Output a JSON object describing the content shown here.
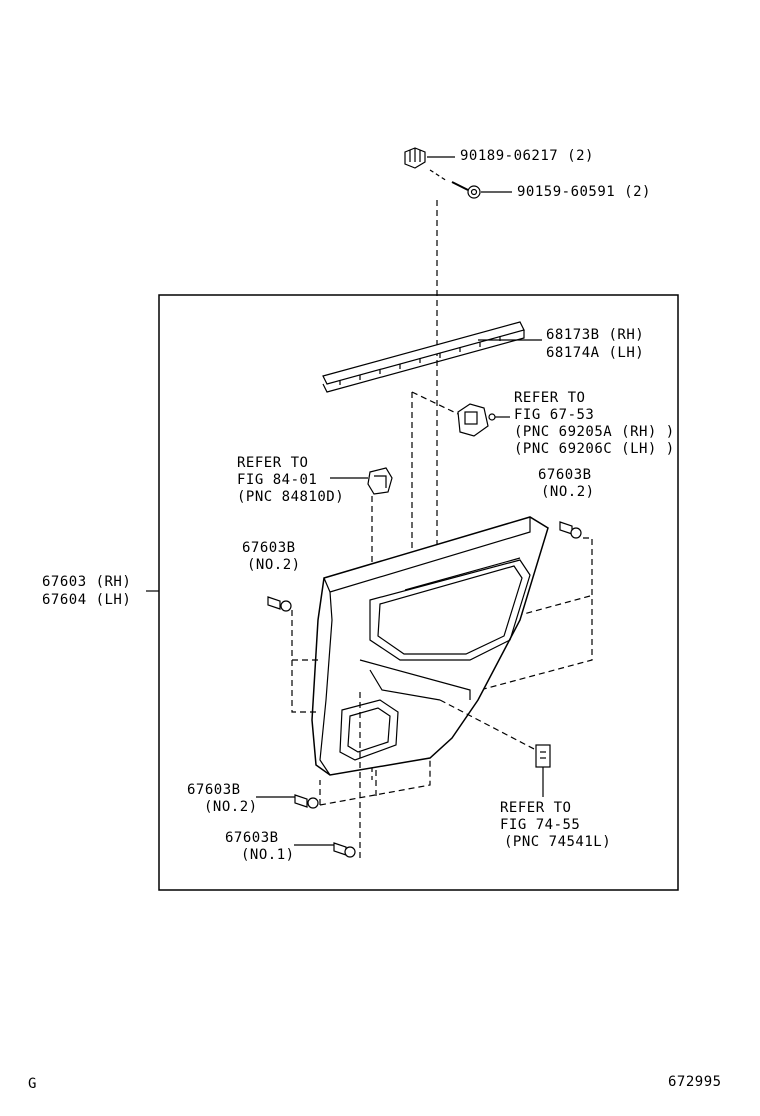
{
  "parts": {
    "top_clip": "90189-06217 (2)",
    "top_screw": "90159-60591 (2)",
    "weatherstrip_rh": "68173B (RH)",
    "weatherstrip_lh": "68174A (LH)",
    "panel_rh": "67603 (RH)",
    "panel_lh": "67604 (LH)"
  },
  "refs": {
    "handle": [
      "REFER TO",
      "FIG 67-53",
      "(PNC 69205A (RH) )",
      "(PNC 69206C (LH) )"
    ],
    "lamp": [
      "REFER TO",
      "FIG 84-01",
      "(PNC 84810D)"
    ],
    "switch": [
      "REFER TO",
      "FIG 74-55",
      "(PNC 74541L)"
    ]
  },
  "clips": {
    "right": [
      "67603B",
      "(NO.2)"
    ],
    "left": [
      "67603B",
      "(NO.2)"
    ],
    "bottom_no2": [
      "67603B",
      "(NO.2)"
    ],
    "bottom_no1": [
      "67603B",
      "(NO.1)"
    ]
  },
  "footer": {
    "code": "G",
    "diagram_number": "672995"
  }
}
